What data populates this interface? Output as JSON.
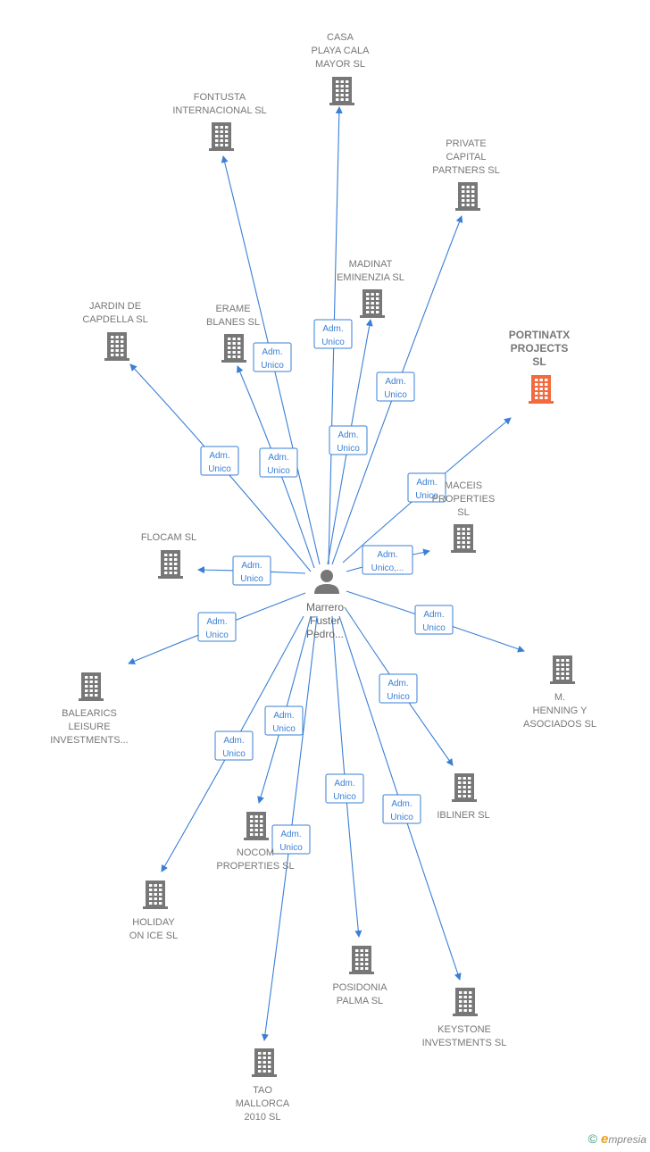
{
  "center": {
    "label_lines": [
      "Marrero",
      "Fuster",
      "Pedro..."
    ]
  },
  "colors": {
    "edge": "#3a7fd5",
    "building": "#777777",
    "highlight": "#f26a3d"
  },
  "nodes": [
    {
      "id": "casa",
      "lines": [
        "CASA",
        "PLAYA CALA",
        "MAYOR  SL"
      ]
    },
    {
      "id": "fontusta",
      "lines": [
        "FONTUSTA",
        "INTERNACIONAL SL"
      ]
    },
    {
      "id": "private",
      "lines": [
        "PRIVATE",
        "CAPITAL",
        "PARTNERS SL"
      ]
    },
    {
      "id": "madinat",
      "lines": [
        "MADINAT",
        "EMINENZIA SL"
      ]
    },
    {
      "id": "jardin",
      "lines": [
        "JARDIN DE",
        "CAPDELLA SL"
      ]
    },
    {
      "id": "erame",
      "lines": [
        "ERAME",
        "BLANES  SL"
      ]
    },
    {
      "id": "portinatx",
      "lines": [
        "PORTINATX",
        "PROJECTS",
        "SL"
      ],
      "highlight": true
    },
    {
      "id": "maceis",
      "lines": [
        "MACEIS",
        "PROPERTIES",
        "SL"
      ]
    },
    {
      "id": "flocam",
      "lines": [
        "FLOCAM  SL"
      ]
    },
    {
      "id": "henning",
      "lines": [
        "M.",
        "HENNING Y",
        "ASOCIADOS SL"
      ]
    },
    {
      "id": "balearics",
      "lines": [
        "BALEARICS",
        "LEISURE",
        "INVESTMENTS..."
      ]
    },
    {
      "id": "ibliner",
      "lines": [
        "IBLINER SL"
      ]
    },
    {
      "id": "nocom",
      "lines": [
        "NOCOM",
        "PROPERTIES SL"
      ]
    },
    {
      "id": "holiday",
      "lines": [
        "HOLIDAY",
        "ON ICE SL"
      ]
    },
    {
      "id": "posidonia",
      "lines": [
        "POSIDONIA",
        "PALMA  SL"
      ]
    },
    {
      "id": "keystone",
      "lines": [
        "KEYSTONE",
        "INVESTMENTS SL"
      ]
    },
    {
      "id": "tao",
      "lines": [
        "TAO",
        "MALLORCA",
        "2010 SL"
      ]
    }
  ],
  "edges": [
    {
      "to": "casa",
      "lines": [
        "Adm.",
        "Unico"
      ]
    },
    {
      "to": "fontusta",
      "lines": [
        "Adm.",
        "Unico"
      ]
    },
    {
      "to": "private",
      "lines": [
        "Adm.",
        "Unico"
      ]
    },
    {
      "to": "madinat",
      "lines": [
        "Adm.",
        "Unico"
      ]
    },
    {
      "to": "jardin",
      "lines": [
        "Adm.",
        "Unico"
      ]
    },
    {
      "to": "erame",
      "lines": [
        "Adm.",
        "Unico"
      ]
    },
    {
      "to": "portinatx",
      "lines": [
        "Adm.",
        "Unico"
      ]
    },
    {
      "to": "maceis",
      "lines": [
        "Adm.",
        "Unico,..."
      ]
    },
    {
      "to": "flocam",
      "lines": [
        "Adm.",
        "Unico"
      ]
    },
    {
      "to": "henning",
      "lines": [
        "Adm.",
        "Unico"
      ]
    },
    {
      "to": "balearics",
      "lines": [
        "Adm.",
        "Unico"
      ]
    },
    {
      "to": "ibliner",
      "lines": [
        "Adm.",
        "Unico"
      ]
    },
    {
      "to": "nocom",
      "lines": [
        "Adm.",
        "Unico"
      ]
    },
    {
      "to": "holiday",
      "lines": [
        "Adm.",
        "Unico"
      ]
    },
    {
      "to": "posidonia",
      "lines": [
        "Adm.",
        "Unico"
      ]
    },
    {
      "to": "keystone",
      "lines": [
        "Adm.",
        "Unico"
      ]
    },
    {
      "to": "tao",
      "lines": [
        "Adm.",
        "Unico"
      ]
    }
  ],
  "footer": {
    "copyright": "©",
    "brand_initial": "e",
    "brand_rest": "mpresia"
  }
}
